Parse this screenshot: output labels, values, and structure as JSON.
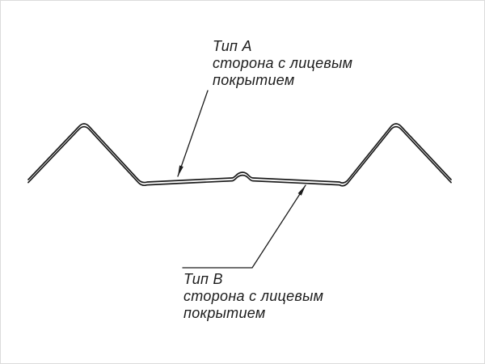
{
  "drawing": {
    "background_color": "#ffffff",
    "line_color": "#1c1c1c",
    "description": "Cross-section profile of a corrugated metal sheet with two leader callouts",
    "labels": {
      "type_a": {
        "title": "Тип А",
        "desc_line1": "сторона с лицевым",
        "desc_line2": "покрытием"
      },
      "type_b": {
        "title": "Тип В",
        "desc_line1": "сторона с лицевым",
        "desc_line2": "покрытием"
      }
    }
  }
}
